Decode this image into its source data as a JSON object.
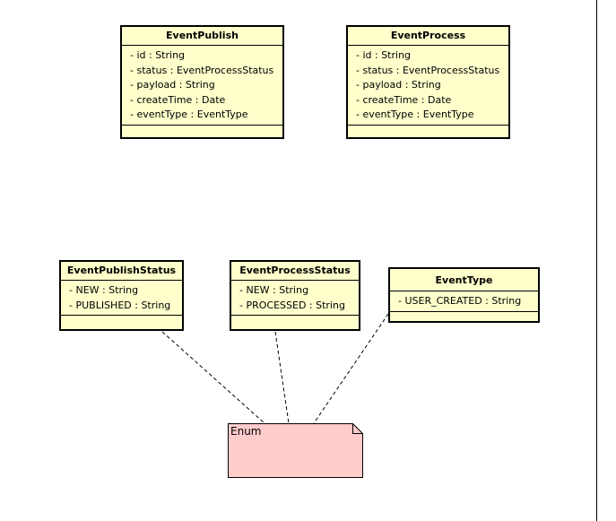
{
  "classes": {
    "event_publish": {
      "name": "EventPublish",
      "attributes": [
        "- id : String",
        "- status : EventProcessStatus",
        "- payload : String",
        "- createTime : Date",
        "- eventType : EventType"
      ]
    },
    "event_process": {
      "name": "EventProcess",
      "attributes": [
        "- id : String",
        "- status : EventProcessStatus",
        "- payload : String",
        "- createTime : Date",
        "- eventType : EventType"
      ]
    },
    "event_publish_status": {
      "name": "EventPublishStatus",
      "attributes": [
        "- NEW : String",
        "- PUBLISHED : String"
      ]
    },
    "event_process_status": {
      "name": "EventProcessStatus",
      "attributes": [
        "- NEW : String",
        "- PROCESSED : String"
      ]
    },
    "event_type": {
      "name": "EventType",
      "attributes": [
        "- USER_CREATED : String"
      ]
    }
  },
  "note": {
    "label": "Enum",
    "fill_color": "#ffcccc"
  },
  "colors": {
    "class_fill": "#ffffcc",
    "border": "#000000"
  }
}
